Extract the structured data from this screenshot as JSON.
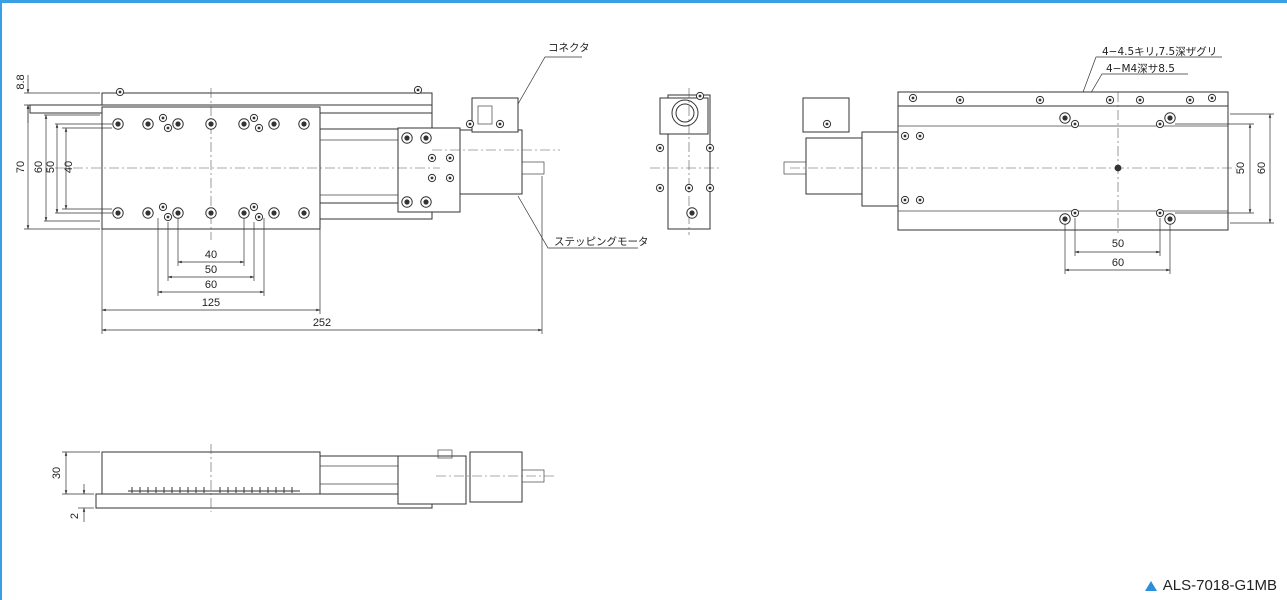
{
  "model": {
    "label": "ALS-7018-G1MB",
    "marker_color": "#2a8fd8"
  },
  "frame_color": "#3aa0e6",
  "callouts": {
    "connector": "コネクタ",
    "motor": "ステッピングモータ",
    "holes_through": "4−4.5キリ,7.5深ザグリ",
    "holes_tapped": "4−M4深サ8.5"
  },
  "dims": {
    "top_view": {
      "h_88": "8.8",
      "h_70": "70",
      "h_60": "60",
      "h_50": "50",
      "h_40": "40",
      "w_40": "40",
      "w_50": "50",
      "w_60": "60",
      "w_125": "125",
      "w_252": "252"
    },
    "front_view": {
      "h_30": "30",
      "h_2": "2"
    },
    "bottom_view": {
      "h_50": "50",
      "h_60": "60",
      "w_50": "50",
      "w_60": "60"
    }
  }
}
